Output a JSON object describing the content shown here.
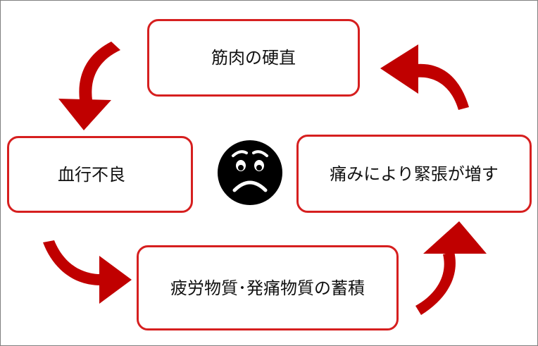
{
  "diagram": {
    "nodes": {
      "top": "筋肉の硬直",
      "left": "血行不良",
      "bottom": "疲労物質･発痛物質の蓄積",
      "right": "痛みにより緊張が増す"
    },
    "center_icon": "worried-face-icon",
    "colors": {
      "node_border": "#d61f1f",
      "arrow": "#c00000",
      "icon": "#000000"
    }
  }
}
